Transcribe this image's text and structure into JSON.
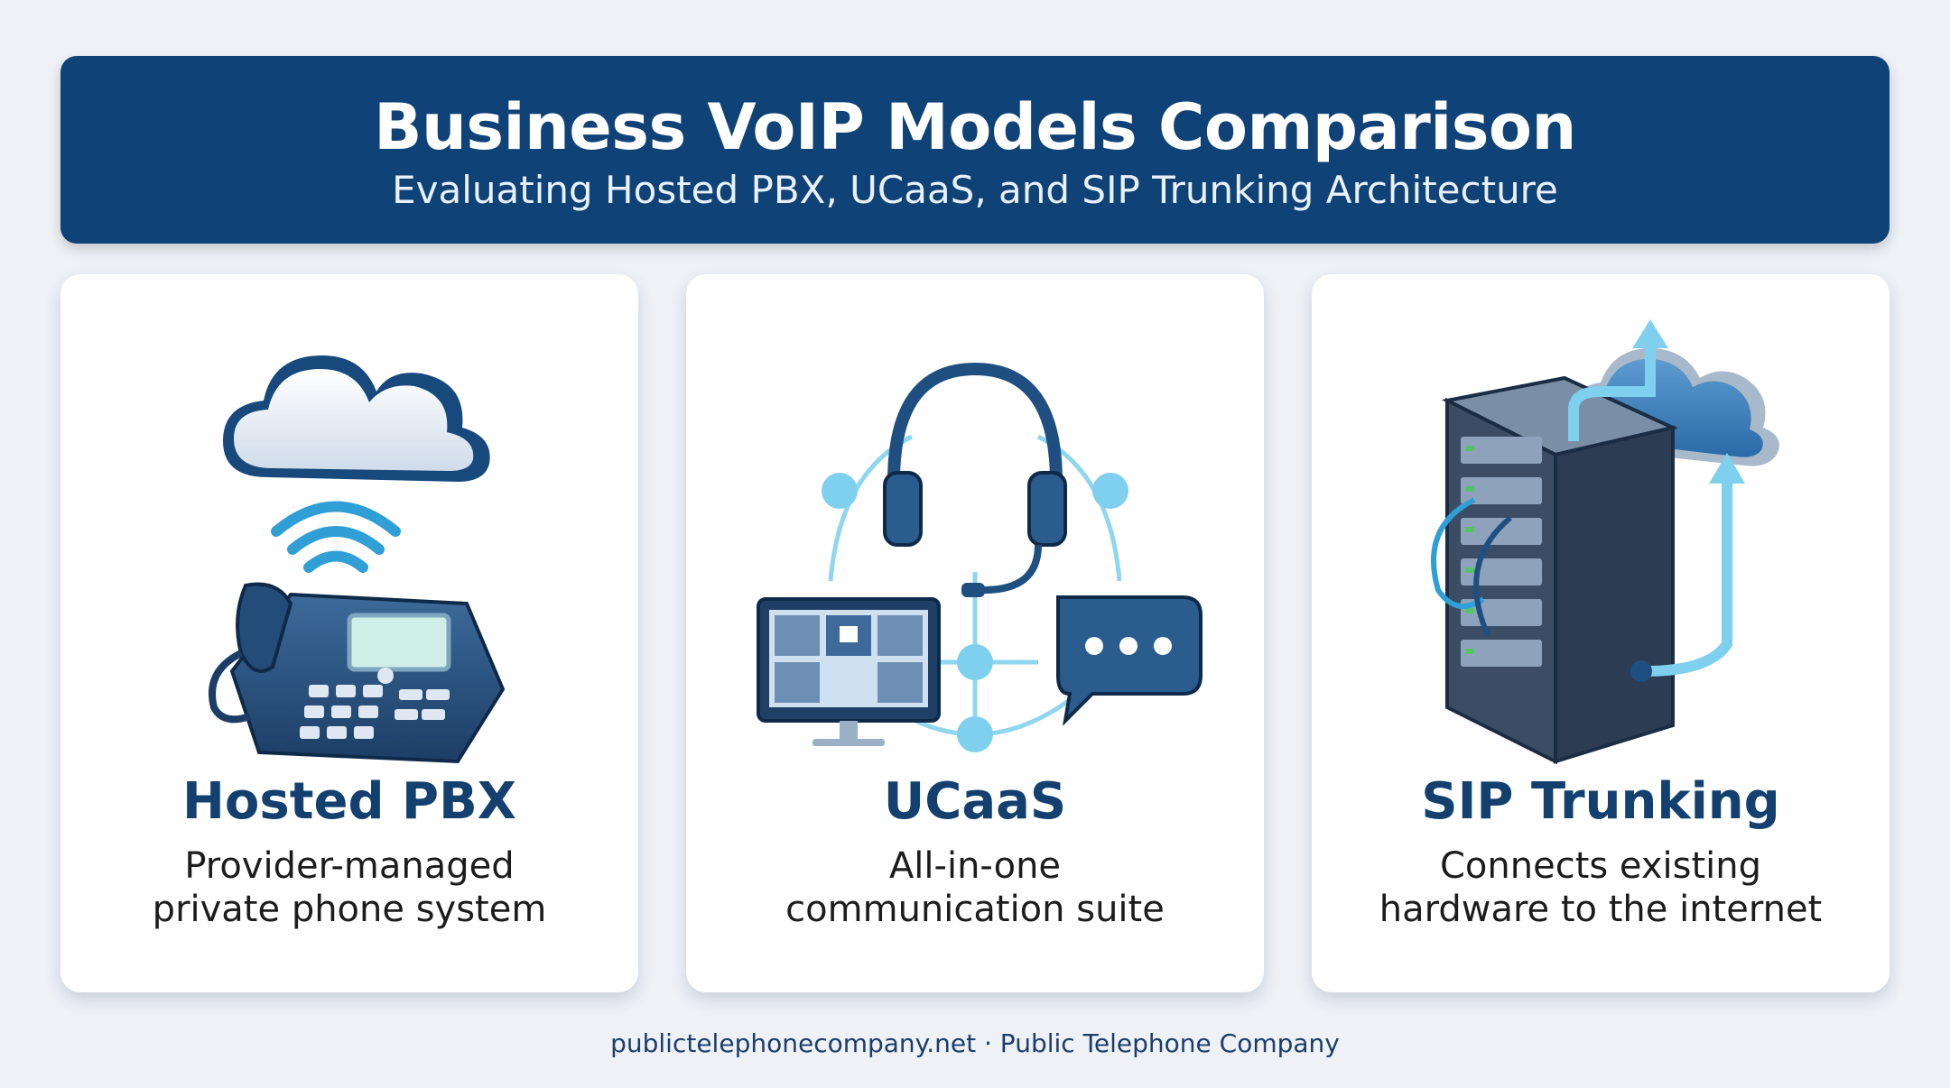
{
  "header": {
    "title": "Business VoIP Models Comparison",
    "subtitle": "Evaluating Hosted PBX, UCaaS, and SIP Trunking Architecture"
  },
  "cards": [
    {
      "title": "Hosted PBX",
      "desc_line1": "Provider-managed",
      "desc_line2": "private phone system",
      "icon": "cloud-desk-phone-icon"
    },
    {
      "title": "UCaaS",
      "desc_line1": "All-in-one",
      "desc_line2": "communication suite",
      "icon": "headset-video-chat-network-icon"
    },
    {
      "title": "SIP Trunking",
      "desc_line1": "Connects existing",
      "desc_line2": "hardware to the internet",
      "icon": "server-rack-cloud-icon"
    }
  ],
  "footer": {
    "text": "publictelephonecompany.net · Public Telephone Company"
  },
  "colors": {
    "banner": "#0f4276",
    "title_text": "#13406f",
    "accent_light": "#7fd0ef",
    "background": "#eef2f7"
  }
}
